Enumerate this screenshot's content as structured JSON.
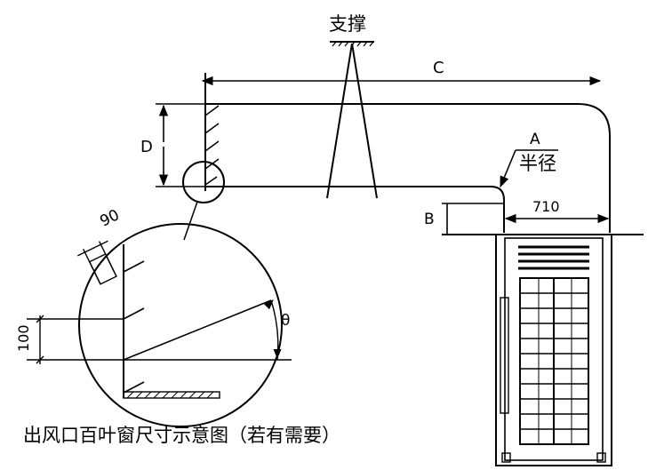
{
  "labels": {
    "support": "支撑",
    "c": "C",
    "d": "D",
    "a": "A",
    "radius": "半径",
    "b": "B",
    "width_710": "710",
    "dim_90": "90",
    "dim_100": "100",
    "theta": "θ"
  },
  "caption": "出风口百叶窗尺寸示意图（若有需要）",
  "colors": {
    "ink": "#000000",
    "background": "#ffffff"
  }
}
